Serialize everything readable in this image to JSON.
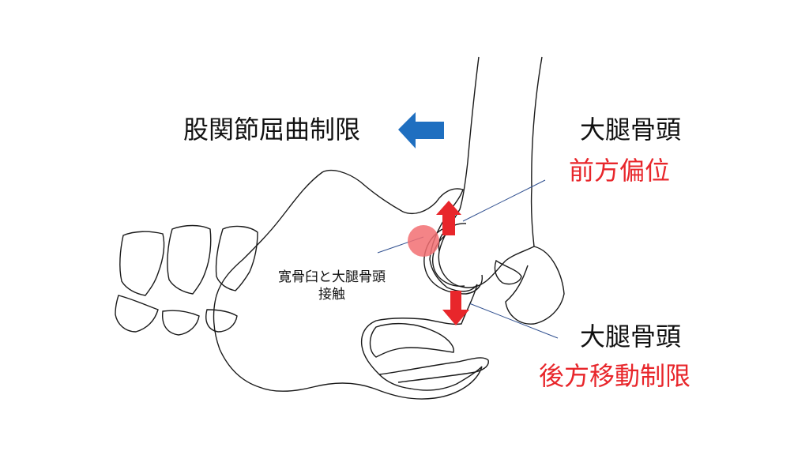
{
  "labels": {
    "hip_flexion_limit": "股関節屈曲制限",
    "femoral_head_top": "大腿骨頭",
    "anterior_displacement": "前方偏位",
    "femoral_head_bottom": "大腿骨頭",
    "posterior_movement_limit": "後方移動制限",
    "contact_line1": "寛骨臼と大腿骨頭",
    "contact_line2": "接触"
  },
  "colors": {
    "accent_red": "#e8262b",
    "arrow_blue": "#1f6fc0",
    "contact_circle": "#f26f72",
    "outline": "#1a1a1a",
    "leader_line": "#2f4f8f"
  },
  "icons": {
    "direction_arrow": "left-arrow-icon",
    "up_arrow": "up-arrow-icon",
    "down_arrow": "down-arrow-icon",
    "contact_point": "contact-circle-icon"
  }
}
